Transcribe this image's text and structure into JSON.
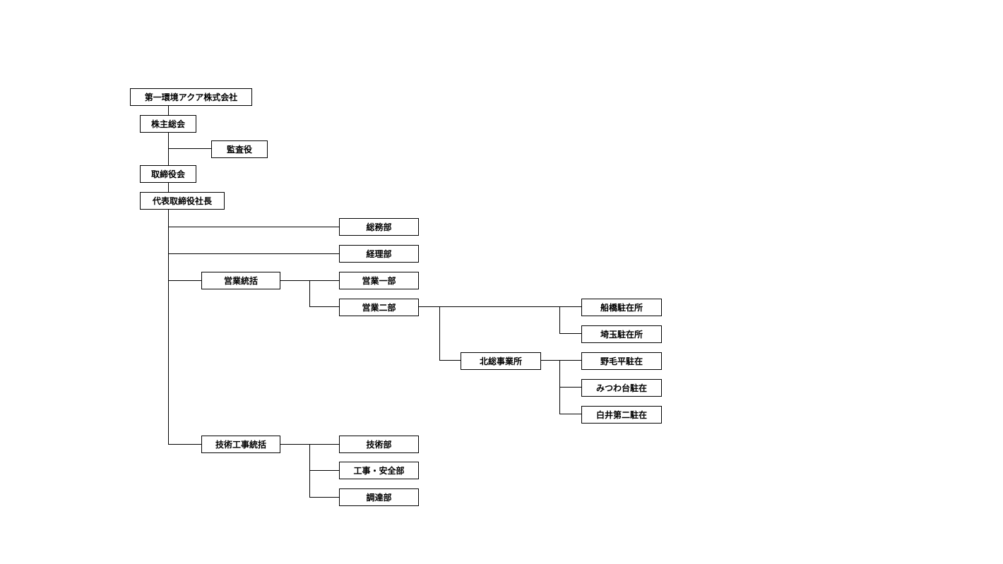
{
  "org_chart": {
    "company": "第一環境アクア株式会社",
    "shareholders_meeting": "株主総会",
    "auditor": "監査役",
    "board": "取締役会",
    "president": "代表取締役社長",
    "general_affairs": "総務部",
    "accounting": "経理部",
    "sales_division": {
      "label": "営業統括",
      "sales_dept_1": "営業一部",
      "sales_dept_2": {
        "label": "営業二部",
        "funabashi": "船橋駐在所",
        "saitama": "埼玉駐在所",
        "hokuso_office": {
          "label": "北総事業所",
          "nogebira": "野毛平駐在",
          "mitsuwadai": "みつわ台駐在",
          "shiroi_daini": "白井第二駐在"
        }
      }
    },
    "engineering_division": {
      "label": "技術工事統括",
      "technical_dept": "技術部",
      "construction_safety_dept": "工事・安全部",
      "procurement_dept": "調達部"
    }
  }
}
